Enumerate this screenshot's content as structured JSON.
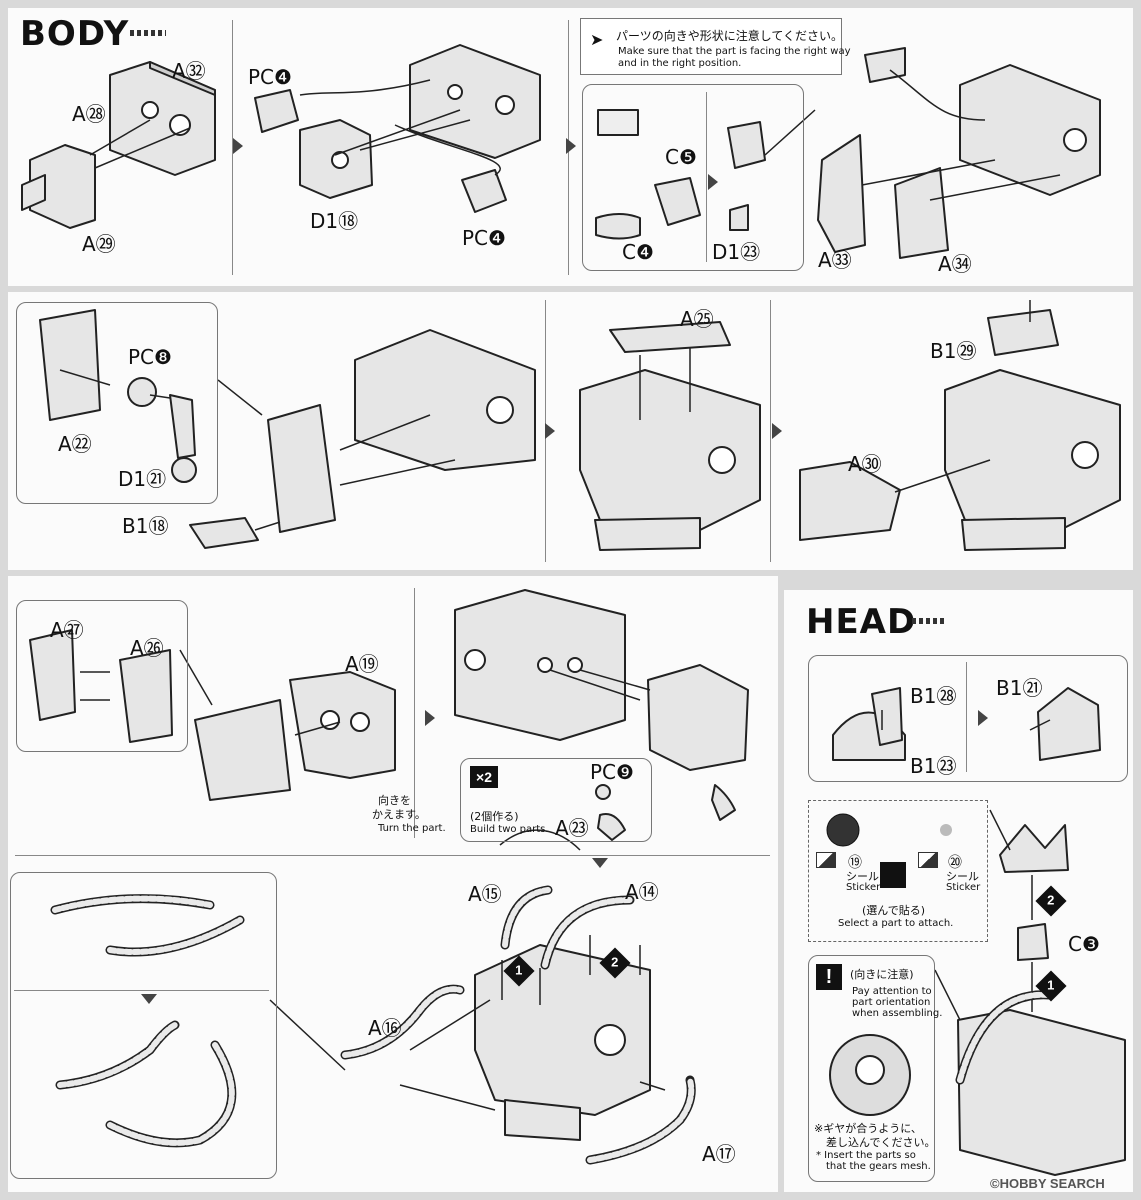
{
  "sections": {
    "body_title": "BODY",
    "head_title": "HEAD"
  },
  "notes": {
    "orientation_jp": "パーツの向きや形状に注意してください。",
    "orientation_en_1": "Make sure that the part is facing the right way",
    "orientation_en_2": "and in the right position.",
    "turn_jp_1": "向きを",
    "turn_jp_2": "かえます。",
    "turn_en": "Turn the part.",
    "x2": "×2",
    "build_two_jp": "(2個作る)",
    "build_two_en": "Build two parts.",
    "sticker_jp": "シール",
    "sticker_en": "Sticker",
    "select_jp": "(選んで貼る)",
    "select_en": "Select a  part to attach.",
    "sticker_19": "⑲",
    "sticker_20": "⑳",
    "caution_jp": "(向きに注意)",
    "caution_en_1": "Pay attention to",
    "caution_en_2": "part orientation",
    "caution_en_3": "when assembling.",
    "gear_jp_1": "※ギヤが合うように、",
    "gear_jp_2": "差し込んでください。",
    "gear_en_1": "* Insert the parts so",
    "gear_en_2": "that the gears mesh."
  },
  "parts": {
    "a32": "A㉜",
    "a28": "A㉘",
    "a29": "A㉙",
    "pc4a": "PC❹",
    "pc4b": "PC❹",
    "d118": "D1⑱",
    "c5": "C❺",
    "c4": "C❹",
    "d123": "D1㉓",
    "a33": "A㉝",
    "a34": "A㉞",
    "pc8": "PC❽",
    "a22": "A㉒",
    "d121": "D1㉑",
    "b118": "B1⑱",
    "a25": "A㉕",
    "b129": "B1㉙",
    "a30": "A㉚",
    "a27": "A㉗",
    "a26": "A㉖",
    "a19": "A⑲",
    "pc9": "PC❾",
    "a23": "A㉓",
    "a15": "A⑮",
    "a14": "A⑭",
    "a16": "A⑯",
    "a17": "A⑰",
    "b128": "B1㉘",
    "b123": "B1㉓",
    "b121": "B1㉑",
    "c3": "C❸"
  },
  "steps": {
    "s1": "1",
    "s2": "2",
    "h1": "1",
    "h2": "2"
  },
  "watermark": "©HOBBY SEARCH"
}
